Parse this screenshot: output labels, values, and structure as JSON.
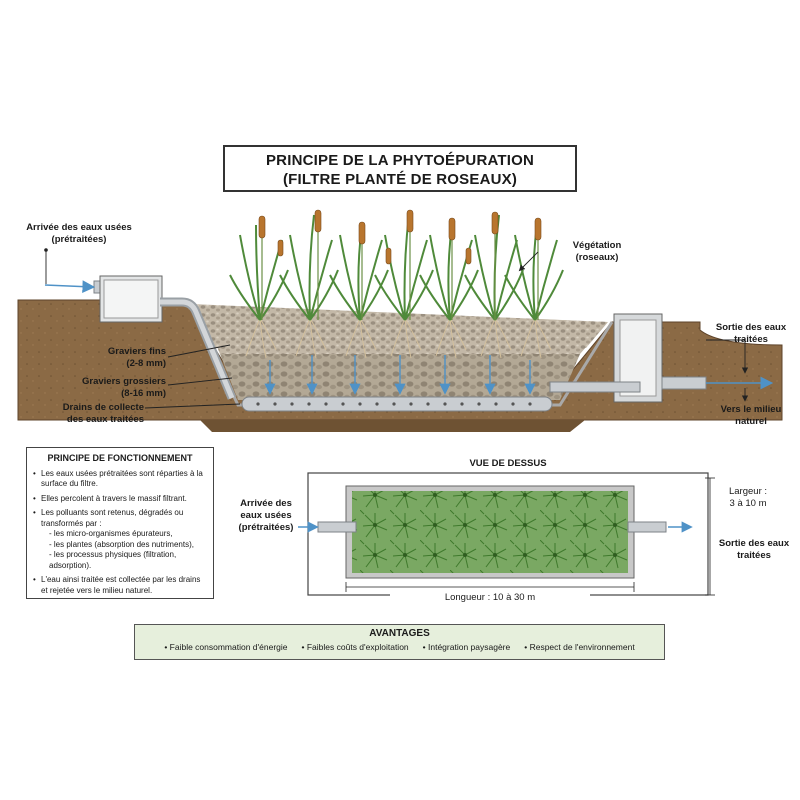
{
  "title": {
    "line1": "PRINCIPE DE LA PHYTOÉPURATION",
    "line2": "(FILTRE PLANTÉ DE ROSEAUX)"
  },
  "section_view": {
    "inlet_label": [
      "Arrivée des eaux usées",
      "(prétraitées)"
    ],
    "vegetation_label": [
      "Végétation",
      "(roseaux)"
    ],
    "fine_gravel_label": [
      "Graviers fins",
      "(2-8 mm)"
    ],
    "coarse_gravel_label": [
      "Graviers grossiers",
      "(8-16 mm)"
    ],
    "drains_label": [
      "Drains de collecte",
      "des eaux traitées"
    ],
    "outlet_label": [
      "Sortie des eaux",
      "traitées"
    ],
    "discharge_label": [
      "Vers le milieu",
      "naturel"
    ]
  },
  "principle_box": {
    "heading": "PRINCIPE DE FONCTIONNEMENT",
    "bullets": [
      "Les eaux usées prétraitées sont réparties à la surface du filtre.",
      "Elles percolent à travers le massif filtrant.",
      "Les polluants sont retenus, dégradés ou transformés par :",
      "L'eau ainsi traitée est collectée par les drains et rejetée vers le milieu naturel."
    ],
    "sub_items": [
      "- les micro-organismes épurateurs,",
      "- les plantes (absorption des nutriments),",
      "- les processus physiques (filtration, adsorption)."
    ]
  },
  "top_view": {
    "heading": "VUE DE DESSUS",
    "inlet_label": [
      "Arrivée des",
      "eaux usées",
      "(prétraitées)"
    ],
    "width_label": [
      "Largeur :",
      "3 à 10 m"
    ],
    "outlet_label": [
      "Sortie des eaux",
      "traitées"
    ],
    "length_label": "Longueur : 10 à 30 m"
  },
  "advantages": {
    "heading": "AVANTAGES",
    "items": [
      "Faible consommation d'énergie",
      "Faibles coûts d'exploitation",
      "Intégration paysagère",
      "Respect de l'environnement"
    ]
  },
  "colors": {
    "soil": "#8b6a45",
    "soil_dark": "#6e5233",
    "gravel": "#b9ad9c",
    "water": "#4f92c7",
    "reed_green": "#4f8a3a",
    "reed_head": "#b8752e",
    "pipe": "#c9cdd1",
    "advantages_bg": "#e6efdc",
    "topview_green": "#5d9446"
  }
}
